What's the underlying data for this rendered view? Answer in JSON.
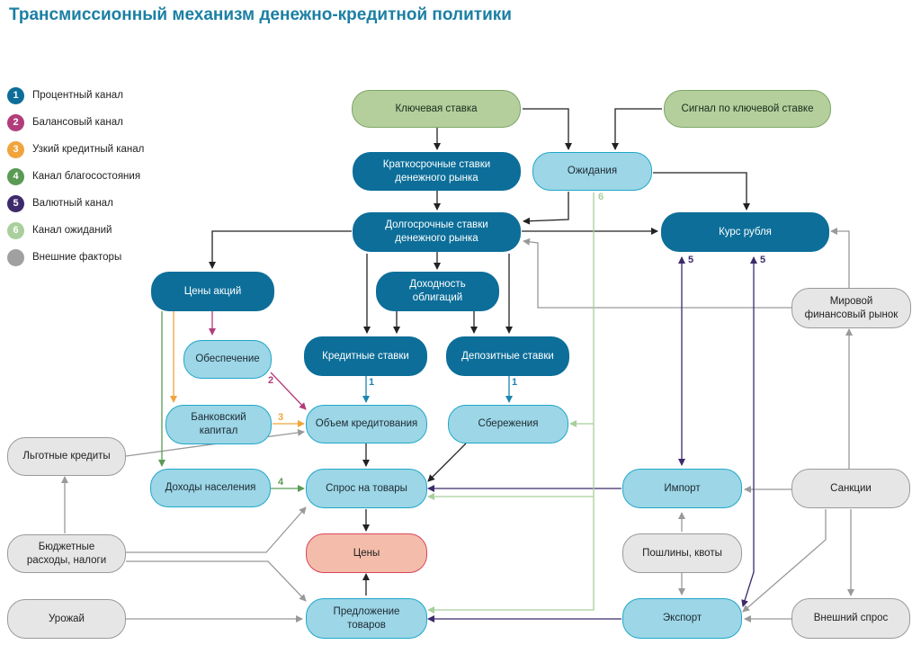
{
  "title": "Трансмиссионный механизм денежно-кредитной политики",
  "legend": [
    {
      "num": "1",
      "label": "Процентный канал",
      "color": "#0c6e99"
    },
    {
      "num": "2",
      "label": "Балансовый канал",
      "color": "#b23c7a"
    },
    {
      "num": "3",
      "label": "Узкий кредитный канал",
      "color": "#f0a43c"
    },
    {
      "num": "4",
      "label": "Канал благосостояния",
      "color": "#5b9a54"
    },
    {
      "num": "5",
      "label": "Валютный канал",
      "color": "#3d2a6b"
    },
    {
      "num": "6",
      "label": "Канал ожиданий",
      "color": "#a8cf9c"
    },
    {
      "num": "",
      "label": "Внешние факторы",
      "color": "#a0a0a0"
    }
  ],
  "nodes": {
    "key_rate": "Ключевая ставка",
    "signal": "Сигнал по ключевой ставке",
    "short_rates": "Краткосрочные ставки\nденежного рынка",
    "expectations": "Ожидания",
    "long_rates": "Долгосрочные ставки\nденежного рынка",
    "ruble": "Курс рубля",
    "stock_prices": "Цены акций",
    "bond_yield": "Доходность\nоблигаций",
    "world_market": "Мировой\nфинансовый рынок",
    "collateral": "Обеспечение",
    "credit_rates": "Кредитные ставки",
    "deposit_rates": "Депозитные ставки",
    "bank_capital": "Банковский\nкапитал",
    "lending": "Объем кредитования",
    "savings": "Сбережения",
    "soft_loans": "Льготные кредиты",
    "income": "Доходы населения",
    "demand": "Спрос на товары",
    "import": "Импорт",
    "sanctions": "Санкции",
    "budget": "Бюджетные\nрасходы, налоги",
    "prices": "Цены",
    "duties": "Пошлины, квоты",
    "harvest": "Урожай",
    "supply": "Предложение\nтоваров",
    "export": "Экспорт",
    "ext_demand": "Внешний спрос"
  },
  "channel_labels": {
    "ch1a": "1",
    "ch1b": "1",
    "ch2": "2",
    "ch3": "3",
    "ch4": "4",
    "ch5a": "5",
    "ch5b": "5",
    "ch6": "6"
  }
}
